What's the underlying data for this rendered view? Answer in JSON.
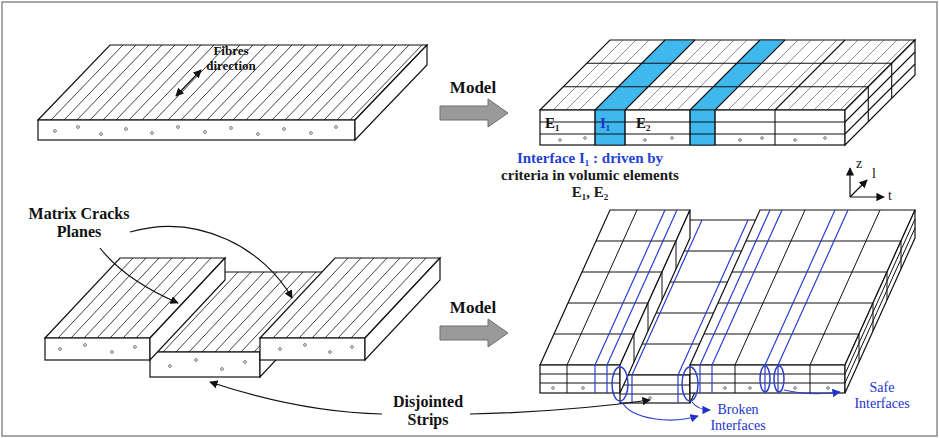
{
  "diagram": {
    "labels": [
      "Fibres direction",
      "Model",
      "E₁",
      "I₁",
      "E₂",
      "Interface I₁ : driven by criteria in volumic elements E₁, E₂",
      "z",
      "l",
      "t",
      "Matrix Cracks Planes",
      "Model",
      "Disjointed Strips",
      "Broken Interfaces",
      "Safe Interfaces"
    ]
  }
}
